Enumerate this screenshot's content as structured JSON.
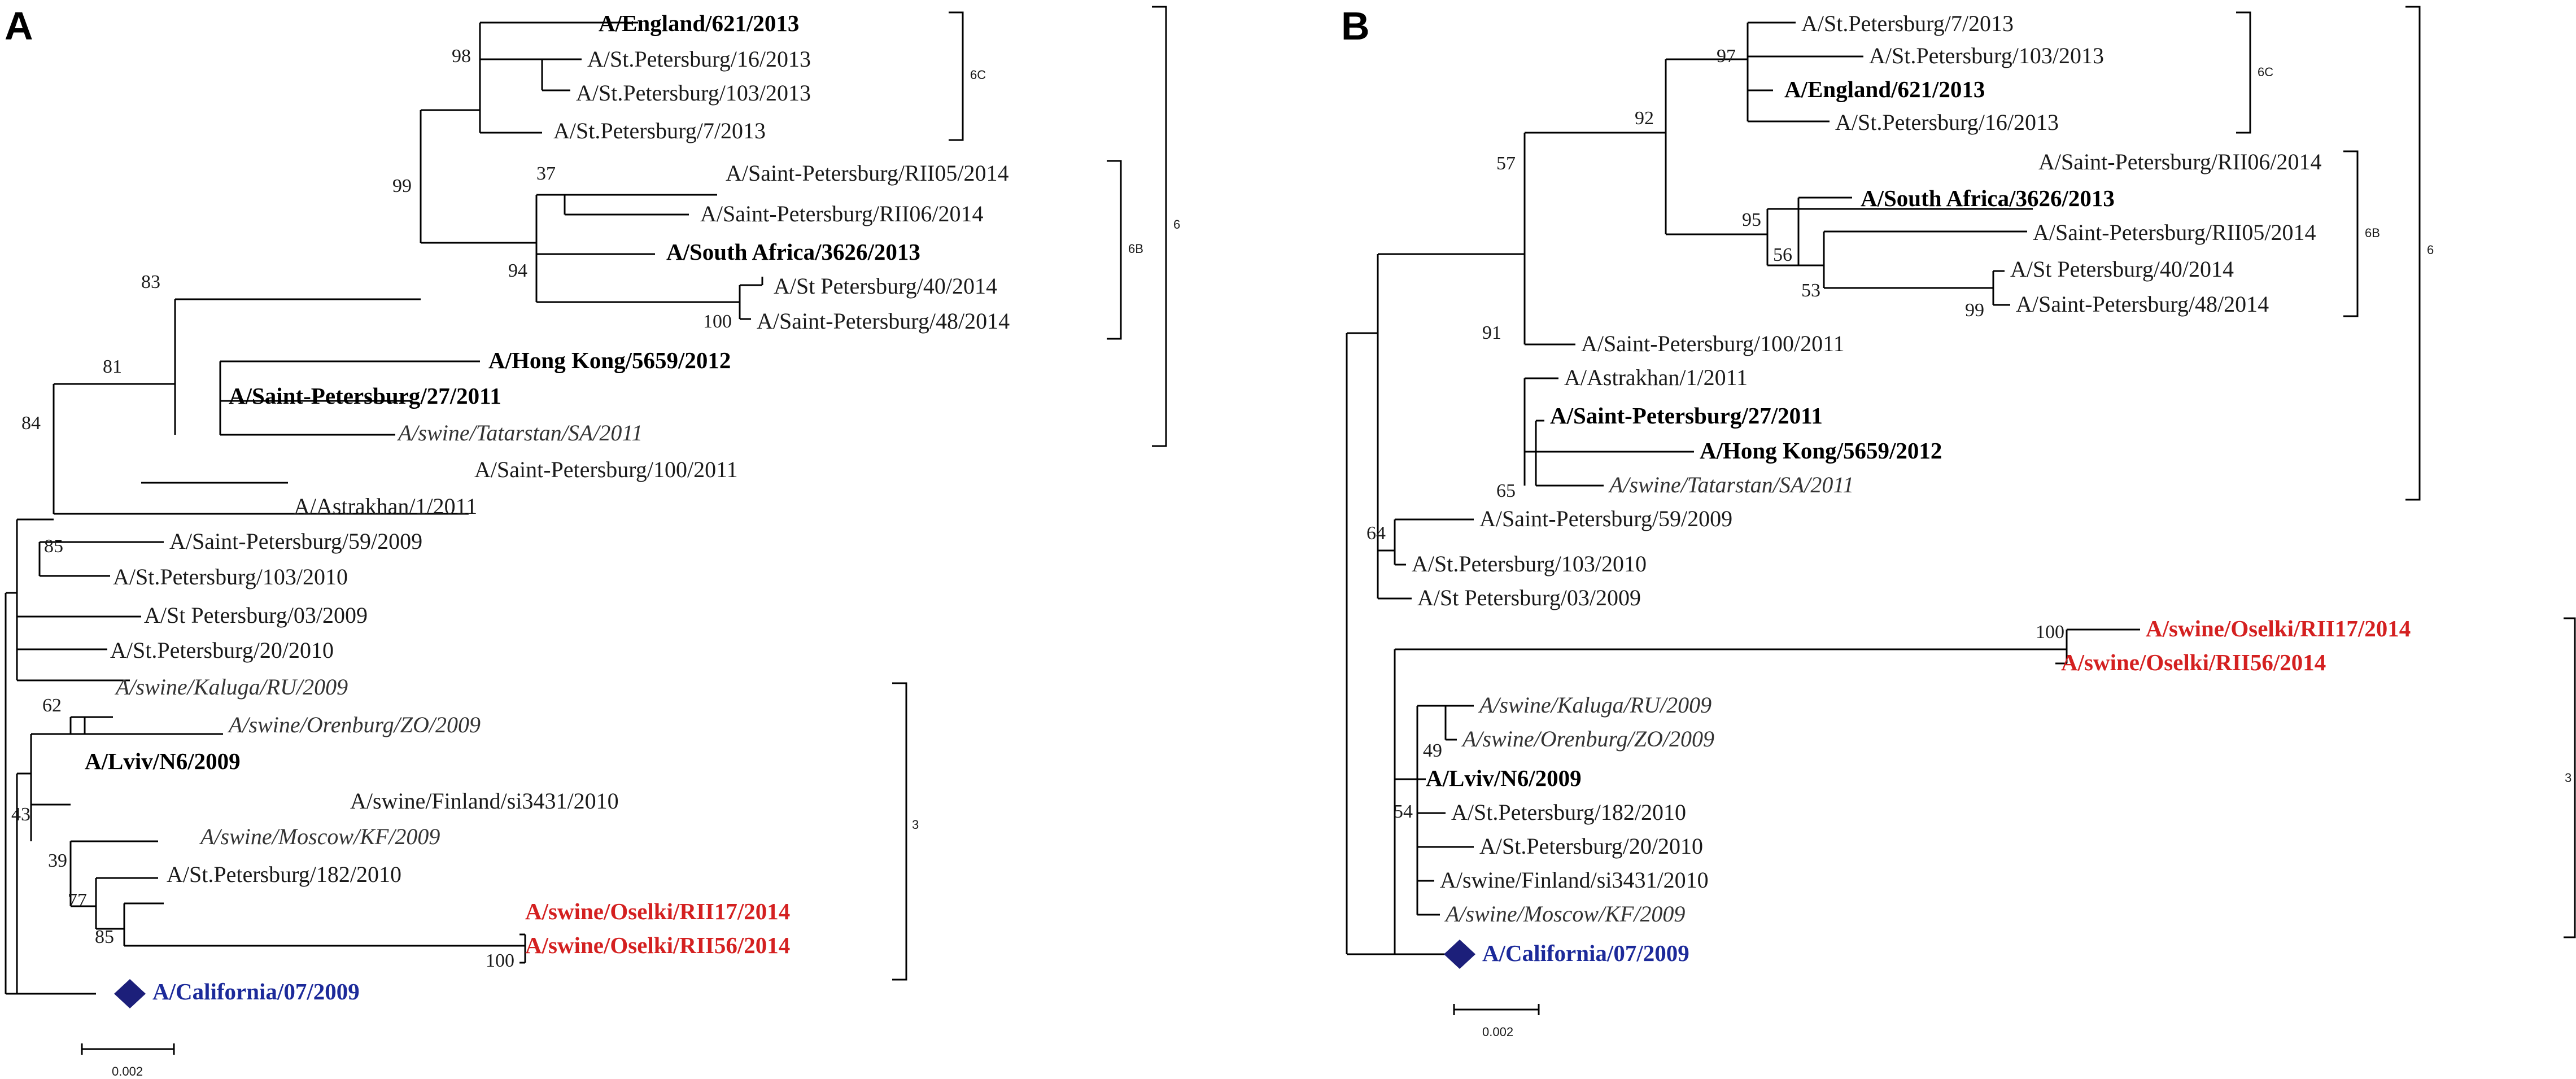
{
  "panels": [
    {
      "label": "A",
      "leaves": [
        {
          "text": "A/England/621/2013",
          "style": "bold"
        },
        {
          "text": "A/St.Petersburg/16/2013",
          "style": "normal"
        },
        {
          "text": "A/St.Petersburg/103/2013",
          "style": "normal"
        },
        {
          "text": "A/St.Petersburg/7/2013",
          "style": "normal"
        },
        {
          "text": "A/Saint-Petersburg/RII05/2014",
          "style": "normal"
        },
        {
          "text": "A/Saint-Petersburg/RII06/2014",
          "style": "normal"
        },
        {
          "text": "A/South Africa/3626/2013",
          "style": "bold"
        },
        {
          "text": "A/St Petersburg/40/2014",
          "style": "normal"
        },
        {
          "text": "A/Saint-Petersburg/48/2014",
          "style": "normal"
        },
        {
          "text": "A/Hong Kong/5659/2012",
          "style": "bold"
        },
        {
          "text": "A/Saint-Petersburg/27/2011",
          "style": "bold"
        },
        {
          "text": "A/swine/Tatarstan/SA/2011",
          "style": "italic"
        },
        {
          "text": "A/Saint-Petersburg/100/2011",
          "style": "normal"
        },
        {
          "text": "A/Astrakhan/1/2011",
          "style": "normal"
        },
        {
          "text": "A/Saint-Petersburg/59/2009",
          "style": "normal"
        },
        {
          "text": "A/St.Petersburg/103/2010",
          "style": "normal"
        },
        {
          "text": "A/St Petersburg/03/2009",
          "style": "normal"
        },
        {
          "text": "A/St.Petersburg/20/2010",
          "style": "normal"
        },
        {
          "text": "A/swine/Kaluga/RU/2009",
          "style": "italic"
        },
        {
          "text": "A/swine/Orenburg/ZO/2009",
          "style": "italic"
        },
        {
          "text": "A/Lviv/N6/2009",
          "style": "bold"
        },
        {
          "text": "A/swine/Finland/si3431/2010",
          "style": "normal"
        },
        {
          "text": "A/swine/Moscow/KF/2009",
          "style": "italic"
        },
        {
          "text": "A/St.Petersburg/182/2010",
          "style": "normal"
        },
        {
          "text": "A/swine/Oselki/RII17/2014",
          "style": "red"
        },
        {
          "text": "A/swine/Oselki/RII56/2014",
          "style": "red"
        },
        {
          "text": "A/California/07/2009",
          "style": "blue"
        }
      ],
      "bootstraps": [
        "98",
        "99",
        "37",
        "94",
        "100",
        "83",
        "81",
        "84",
        "85",
        "62",
        "43",
        "39",
        "77",
        "85",
        "100"
      ],
      "clades": [
        "6C",
        "6B",
        "6",
        "3"
      ],
      "scale": "0.002"
    },
    {
      "label": "B",
      "leaves": [
        {
          "text": "A/St.Petersburg/7/2013",
          "style": "normal"
        },
        {
          "text": "A/St.Petersburg/103/2013",
          "style": "normal"
        },
        {
          "text": "A/England/621/2013",
          "style": "bold"
        },
        {
          "text": "A/St.Petersburg/16/2013",
          "style": "normal"
        },
        {
          "text": "A/Saint-Petersburg/RII06/2014",
          "style": "normal"
        },
        {
          "text": "A/South Africa/3626/2013",
          "style": "bold"
        },
        {
          "text": "A/Saint-Petersburg/RII05/2014",
          "style": "normal"
        },
        {
          "text": "A/St Petersburg/40/2014",
          "style": "normal"
        },
        {
          "text": "A/Saint-Petersburg/48/2014",
          "style": "normal"
        },
        {
          "text": "A/Saint-Petersburg/100/2011",
          "style": "normal"
        },
        {
          "text": "A/Astrakhan/1/2011",
          "style": "normal"
        },
        {
          "text": "A/Saint-Petersburg/27/2011",
          "style": "bold"
        },
        {
          "text": "A/Hong Kong/5659/2012",
          "style": "bold"
        },
        {
          "text": "A/swine/Tatarstan/SA/2011",
          "style": "italic"
        },
        {
          "text": "A/Saint-Petersburg/59/2009",
          "style": "normal"
        },
        {
          "text": "A/St.Petersburg/103/2010",
          "style": "normal"
        },
        {
          "text": "A/St Petersburg/03/2009",
          "style": "normal"
        },
        {
          "text": "A/swine/Oselki/RII17/2014",
          "style": "red"
        },
        {
          "text": "A/swine/Oselki/RII56/2014",
          "style": "red"
        },
        {
          "text": "A/swine/Kaluga/RU/2009",
          "style": "italic"
        },
        {
          "text": "A/swine/Orenburg/ZO/2009",
          "style": "italic"
        },
        {
          "text": "A/Lviv/N6/2009",
          "style": "bold"
        },
        {
          "text": "A/St.Petersburg/182/2010",
          "style": "normal"
        },
        {
          "text": "A/St.Petersburg/20/2010",
          "style": "normal"
        },
        {
          "text": "A/swine/Finland/si3431/2010",
          "style": "normal"
        },
        {
          "text": "A/swine/Moscow/KF/2009",
          "style": "italic"
        },
        {
          "text": "A/California/07/2009",
          "style": "blue"
        }
      ],
      "bootstraps": [
        "97",
        "92",
        "57",
        "95",
        "56",
        "53",
        "99",
        "91",
        "65",
        "64",
        "100",
        "49",
        "54"
      ],
      "clades": [
        "6C",
        "6B",
        "6",
        "3"
      ],
      "scale": "0.002"
    }
  ],
  "colors": {
    "red_leaf": "#d42020",
    "blue_leaf": "#1c2a9a",
    "root_marker": "#1c1f7a"
  },
  "icons": {
    "root_marker": "diamond-icon"
  }
}
